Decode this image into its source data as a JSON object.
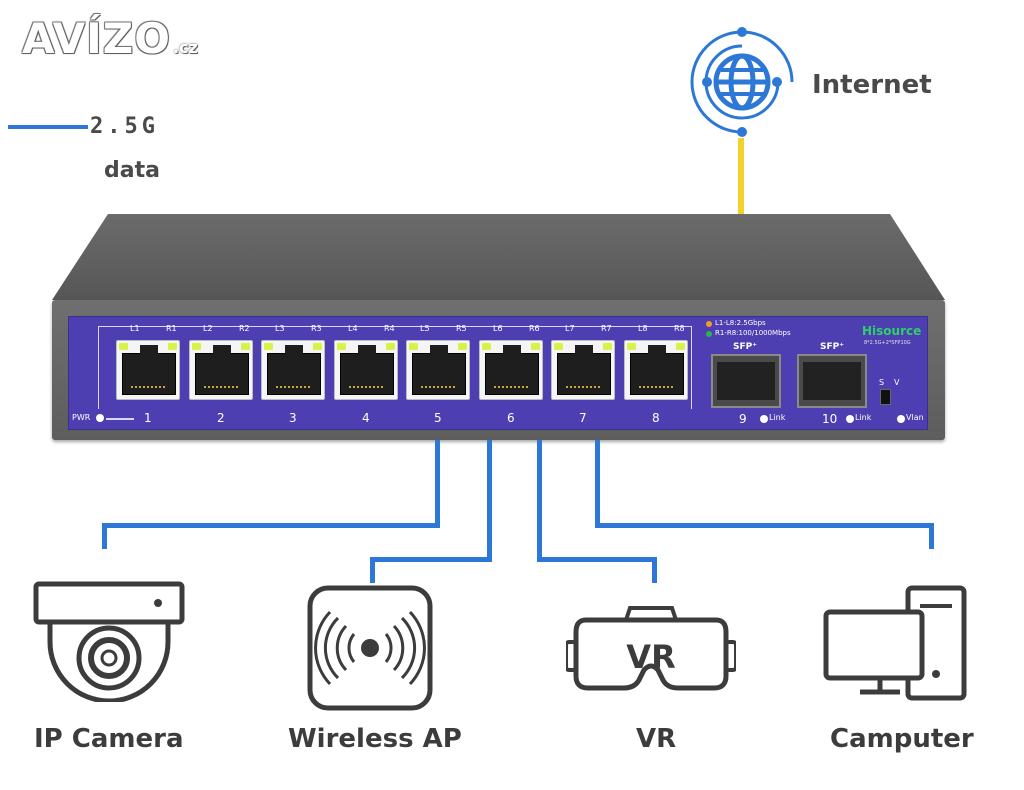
{
  "watermark": {
    "brand": "AVÍZO",
    "tld": ".cz"
  },
  "legend": {
    "speed": "2.5G",
    "type": "data",
    "line_color": "#2d78d6"
  },
  "internet": {
    "label": "Internet",
    "icon": "globe-icon",
    "icon_color": "#2d78d6",
    "uplink_color": "#f2d22a"
  },
  "switch": {
    "brand": "Hisource",
    "brand_sub": "8*2.5G+2*SFP10G",
    "body_color": "#5f5f5f",
    "panel_color": "#4d3fb2",
    "power_label": "PWR",
    "led_legend": [
      "L1-L8:2.5Gbps",
      "R1-R8:100/1000Mbps"
    ],
    "ports": [
      {
        "number": "1",
        "left_led": "L1",
        "right_led": "R1"
      },
      {
        "number": "2",
        "left_led": "L2",
        "right_led": "R2"
      },
      {
        "number": "3",
        "left_led": "L3",
        "right_led": "R3"
      },
      {
        "number": "4",
        "left_led": "L4",
        "right_led": "R4"
      },
      {
        "number": "5",
        "left_led": "L5",
        "right_led": "R5"
      },
      {
        "number": "6",
        "left_led": "L6",
        "right_led": "R6"
      },
      {
        "number": "7",
        "left_led": "L7",
        "right_led": "R7"
      },
      {
        "number": "8",
        "left_led": "L8",
        "right_led": "R8"
      }
    ],
    "sfp_ports": [
      {
        "label": "SFP⁺",
        "number": "9",
        "link": "Link"
      },
      {
        "label": "SFP⁺",
        "number": "10",
        "link": "Link"
      }
    ],
    "dip_labels": {
      "s": "S",
      "v": "V"
    },
    "vlan_label": "Vlan"
  },
  "devices": [
    {
      "label": "IP Camera",
      "icon": "ip-camera-icon"
    },
    {
      "label": "Wireless AP",
      "icon": "wireless-ap-icon"
    },
    {
      "label": "VR",
      "icon": "vr-headset-icon",
      "icon_text": "VR"
    },
    {
      "label": "Camputer",
      "icon": "computer-icon"
    }
  ]
}
